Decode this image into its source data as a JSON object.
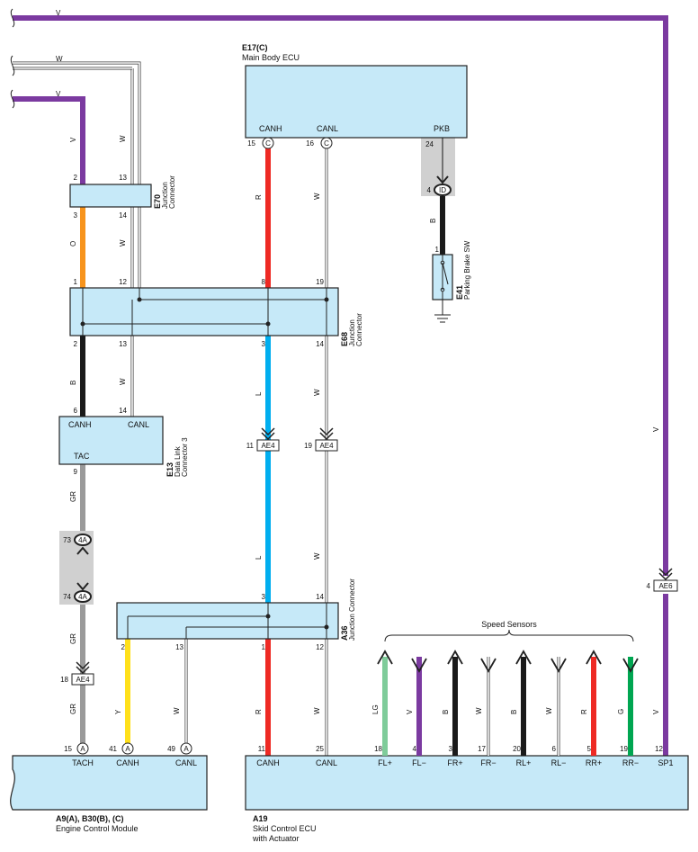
{
  "components": {
    "main_body_ecu": {
      "code": "E17(C)",
      "name": "Main Body ECU",
      "pins": {
        "canh_label": "CANH",
        "canl_label": "CANL",
        "pkb_label": "PKB",
        "canh_num": "15",
        "canl_num": "16",
        "pkb_num": "24",
        "conn_letter": "C"
      }
    },
    "junction_e70": {
      "code": "E70",
      "name1": "Junction",
      "name2": "Connector",
      "pins": [
        "2",
        "13",
        "3",
        "14"
      ]
    },
    "junction_e68": {
      "code": "E68",
      "name1": "Junction",
      "name2": "Connector",
      "pins": [
        "1",
        "12",
        "8",
        "19",
        "2",
        "13",
        "3",
        "14"
      ]
    },
    "dlc3": {
      "code": "E13",
      "name1": "Data Link",
      "name2": "Connector 3",
      "pins": [
        "6",
        "14",
        "9"
      ],
      "canh_label": "CANH",
      "canl_label": "CANL",
      "tac_label": "TAC"
    },
    "parking_brake": {
      "code": "E41",
      "name": "Parking Brake SW",
      "pin": "1"
    },
    "junction_a36": {
      "code": "A36",
      "name": "Junction Connector",
      "pins": [
        "3",
        "14",
        "2",
        "13",
        "1",
        "12"
      ]
    },
    "ecm": {
      "code": "A9(A), B30(B), (C)",
      "name": "Engine Control Module",
      "pins": [
        {
          "num": "15",
          "letter": "A",
          "label": "TACH"
        },
        {
          "num": "41",
          "letter": "A",
          "label": "CANH"
        },
        {
          "num": "49",
          "letter": "A",
          "label": "CANL"
        }
      ]
    },
    "skid_ecu": {
      "code": "A19",
      "name1": "Skid Control ECU",
      "name2": "with Actuator",
      "pins": [
        {
          "num": "11",
          "label": "CANH"
        },
        {
          "num": "25",
          "label": "CANL"
        },
        {
          "num": "18",
          "label": "FL+"
        },
        {
          "num": "4",
          "label": "FL−"
        },
        {
          "num": "3",
          "label": "FR+"
        },
        {
          "num": "17",
          "label": "FR−"
        },
        {
          "num": "20",
          "label": "RL+"
        },
        {
          "num": "6",
          "label": "RL−"
        },
        {
          "num": "5",
          "label": "RR+"
        },
        {
          "num": "19",
          "label": "RR−"
        },
        {
          "num": "12",
          "label": "SP1"
        }
      ]
    }
  },
  "connectors": {
    "id": {
      "pin": "4",
      "label": "ID"
    },
    "ae4_canh": {
      "pin": "11",
      "label": "AE4"
    },
    "ae4_canl": {
      "pin": "19",
      "label": "AE4"
    },
    "ae4_tach": {
      "pin": "18",
      "label": "AE4"
    },
    "ae6": {
      "pin": "4",
      "label": "AE6"
    },
    "c4a_top": {
      "pin": "73",
      "label": "4A"
    },
    "c4a_bottom": {
      "pin": "74",
      "label": "4A"
    }
  },
  "speed_sensors_label": "Speed Sensors",
  "wire_colors": {
    "top_v": "V",
    "top_w": "W",
    "left_v": "V",
    "v_upper": "V",
    "w_upper": "W",
    "o": "O",
    "w_mid": "W",
    "b_left": "B",
    "w_left": "W",
    "gr1": "GR",
    "gr2": "GR",
    "gr3": "GR",
    "y": "Y",
    "w_ecm": "W",
    "r_upper": "R",
    "w_canl1": "W",
    "b_pkb": "B",
    "l1": "L",
    "w_canl2": "W",
    "l2": "L",
    "w_canl3": "W",
    "r_lower": "R",
    "w_canl4": "W",
    "v_right": "V",
    "v_right2": "V",
    "lg": "LG",
    "v_s": "V",
    "b_s1": "B",
    "w_s1": "W",
    "b_s2": "B",
    "w_s2": "W",
    "r_s": "R",
    "g_s": "G"
  },
  "colors": {
    "violet": "#7b3aa0",
    "orange": "#f7941d",
    "red": "#ee2a24",
    "blue": "#00aeef",
    "gray": "#9a9a9a",
    "yellow": "#ffe01b",
    "lightgreen": "#7fcc9a",
    "green": "#00a651",
    "black": "#1a1a1a",
    "box": "#c6e9f8"
  }
}
